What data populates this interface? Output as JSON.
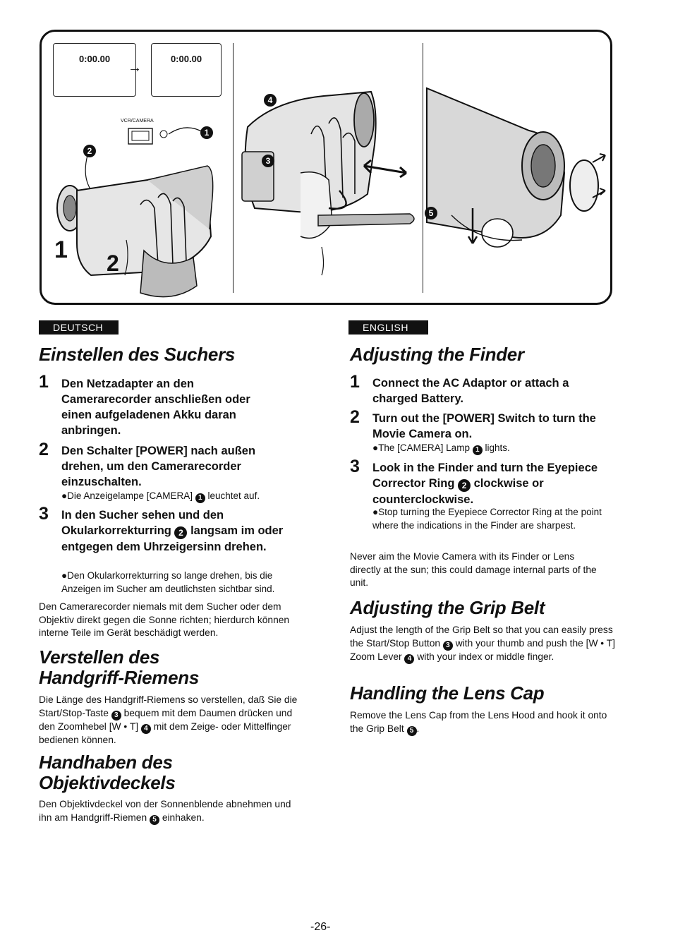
{
  "figure": {
    "lcd_left": "0:00.00",
    "lcd_right": "0:00.00",
    "switch_label": "VCR/CAMERA",
    "callout_1": "1",
    "callout_2": "2",
    "callout_3": "3",
    "callout_4": "4",
    "callout_5": "5",
    "step_1": "1",
    "step_2": "2"
  },
  "deutsch": {
    "lang_label": "DEUTSCH",
    "finder_title": "Einstellen des Suchers",
    "step1_num": "1",
    "step1_text": "Den Netzadapter an den Camerarecorder anschließen oder einen aufgeladenen Akku daran anbringen.",
    "step2_num": "2",
    "step2_text": "Den Schalter [POWER] nach außen drehen, um den Camerarecorder einzuschalten.",
    "step2_note_pre": "●Die Anzeigelampe [CAMERA]",
    "step2_note_post": "leuchtet auf.",
    "step3_num": "3",
    "step3_text_pre": "In den Sucher sehen und den Okularkorrekturring",
    "step3_text_post": "langsam im oder entgegen dem Uhrzeigersinn drehen.",
    "step3_note": "●Den Okularkorrekturring so lange drehen, bis die Anzeigen im Sucher am deutlichsten sichtbar sind.",
    "warning": "Den Camerarecorder niemals mit dem Sucher oder dem Objektiv direkt gegen die Sonne richten; hierdurch können interne Teile im Gerät beschädigt werden.",
    "grip_title_1": "Verstellen des",
    "grip_title_2": "Handgriff-Riemens",
    "grip_pre": "Die Länge des Handgriff-Riemens so verstellen, daß Sie die Start/Stop-Taste",
    "grip_mid": "bequem mit dem Daumen drücken und den Zoomhebel [W • T]",
    "grip_post": "mit dem Zeige- oder Mittelfinger bedienen können.",
    "cap_title_1": "Handhaben des",
    "cap_title_2": "Objektivdeckels",
    "cap_pre": "Den Objektivdeckel von der Sonnenblende abnehmen und ihn am Handgriff-Riemen",
    "cap_post": "einhaken."
  },
  "english": {
    "lang_label": "ENGLISH",
    "finder_title": "Adjusting the Finder",
    "step1_num": "1",
    "step1_text": "Connect the AC Adaptor or attach a charged Battery.",
    "step2_num": "2",
    "step2_text": "Turn out the [POWER] Switch to turn the Movie Camera on.",
    "step2_note_pre": "●The [CAMERA] Lamp",
    "step2_note_post": "lights.",
    "step3_num": "3",
    "step3_text_pre": "Look in the Finder and turn the Eyepiece Corrector Ring",
    "step3_text_post": "clockwise or counterclockwise.",
    "step3_note": "●Stop turning the Eyepiece Corrector Ring at the point where the indications in the Finder are sharpest.",
    "warning": "Never aim the Movie Camera with its Finder or Lens directly at the sun; this could damage internal parts of the unit.",
    "grip_title": "Adjusting the Grip Belt",
    "grip_pre": "Adjust the length of the Grip Belt so that you can easily press the Start/Stop Button",
    "grip_mid": "with your thumb and push the [W • T] Zoom Lever",
    "grip_post": "with your index or middle finger.",
    "cap_title": "Handling the Lens Cap",
    "cap_pre": "Remove the Lens Cap from the Lens Hood and hook it onto the Grip Belt",
    "cap_post": "."
  },
  "markers": {
    "m1": "1",
    "m2": "2",
    "m3": "3",
    "m4": "4",
    "m5": "5"
  },
  "page_number": "-26-"
}
